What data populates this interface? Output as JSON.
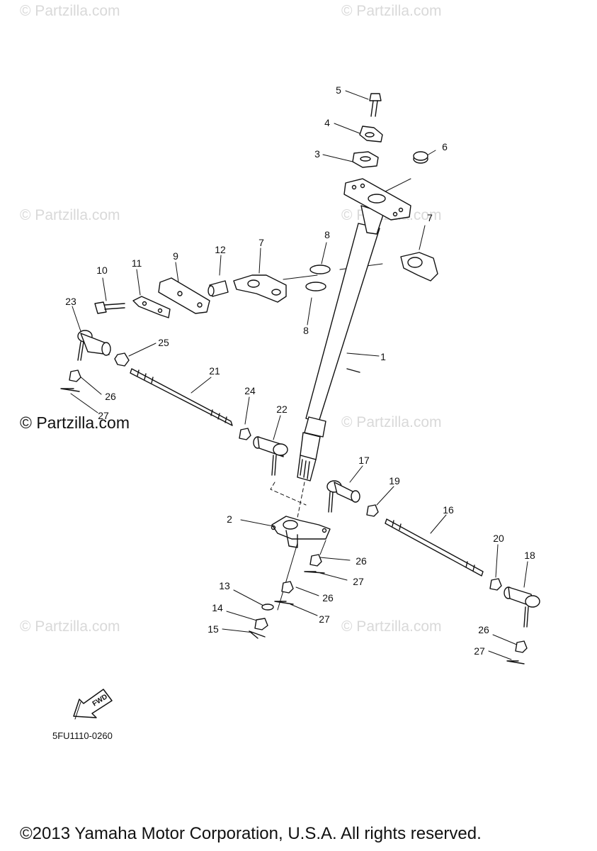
{
  "watermark": "© Partzilla.com",
  "callouts": [
    {
      "id": "c5",
      "label": "5"
    },
    {
      "id": "c4",
      "label": "4"
    },
    {
      "id": "c3",
      "label": "3"
    },
    {
      "id": "c6",
      "label": "6"
    },
    {
      "id": "c7a",
      "label": "7"
    },
    {
      "id": "c7b",
      "label": "7"
    },
    {
      "id": "c8a",
      "label": "8"
    },
    {
      "id": "c8b",
      "label": "8"
    },
    {
      "id": "c12",
      "label": "12"
    },
    {
      "id": "c9",
      "label": "9"
    },
    {
      "id": "c11",
      "label": "11"
    },
    {
      "id": "c10",
      "label": "10"
    },
    {
      "id": "c23",
      "label": "23"
    },
    {
      "id": "c25",
      "label": "25"
    },
    {
      "id": "c1",
      "label": "1"
    },
    {
      "id": "c21",
      "label": "21"
    },
    {
      "id": "c26a",
      "label": "26"
    },
    {
      "id": "c27a",
      "label": "27"
    },
    {
      "id": "c24",
      "label": "24"
    },
    {
      "id": "c22",
      "label": "22"
    },
    {
      "id": "c17",
      "label": "17"
    },
    {
      "id": "c19",
      "label": "19"
    },
    {
      "id": "c16",
      "label": "16"
    },
    {
      "id": "c2",
      "label": "2"
    },
    {
      "id": "c26b",
      "label": "26"
    },
    {
      "id": "c27b",
      "label": "27"
    },
    {
      "id": "c26c",
      "label": "26"
    },
    {
      "id": "c13",
      "label": "13"
    },
    {
      "id": "c27c",
      "label": "27"
    },
    {
      "id": "c14",
      "label": "14"
    },
    {
      "id": "c15",
      "label": "15"
    },
    {
      "id": "c20",
      "label": "20"
    },
    {
      "id": "c18",
      "label": "18"
    },
    {
      "id": "c26d",
      "label": "26"
    },
    {
      "id": "c27d",
      "label": "27"
    }
  ],
  "fwd_label": "FWD",
  "diagram_code": "5FU1110-0260",
  "copyright": "©2013 Yamaha Motor Corporation, U.S.A. All rights reserved."
}
